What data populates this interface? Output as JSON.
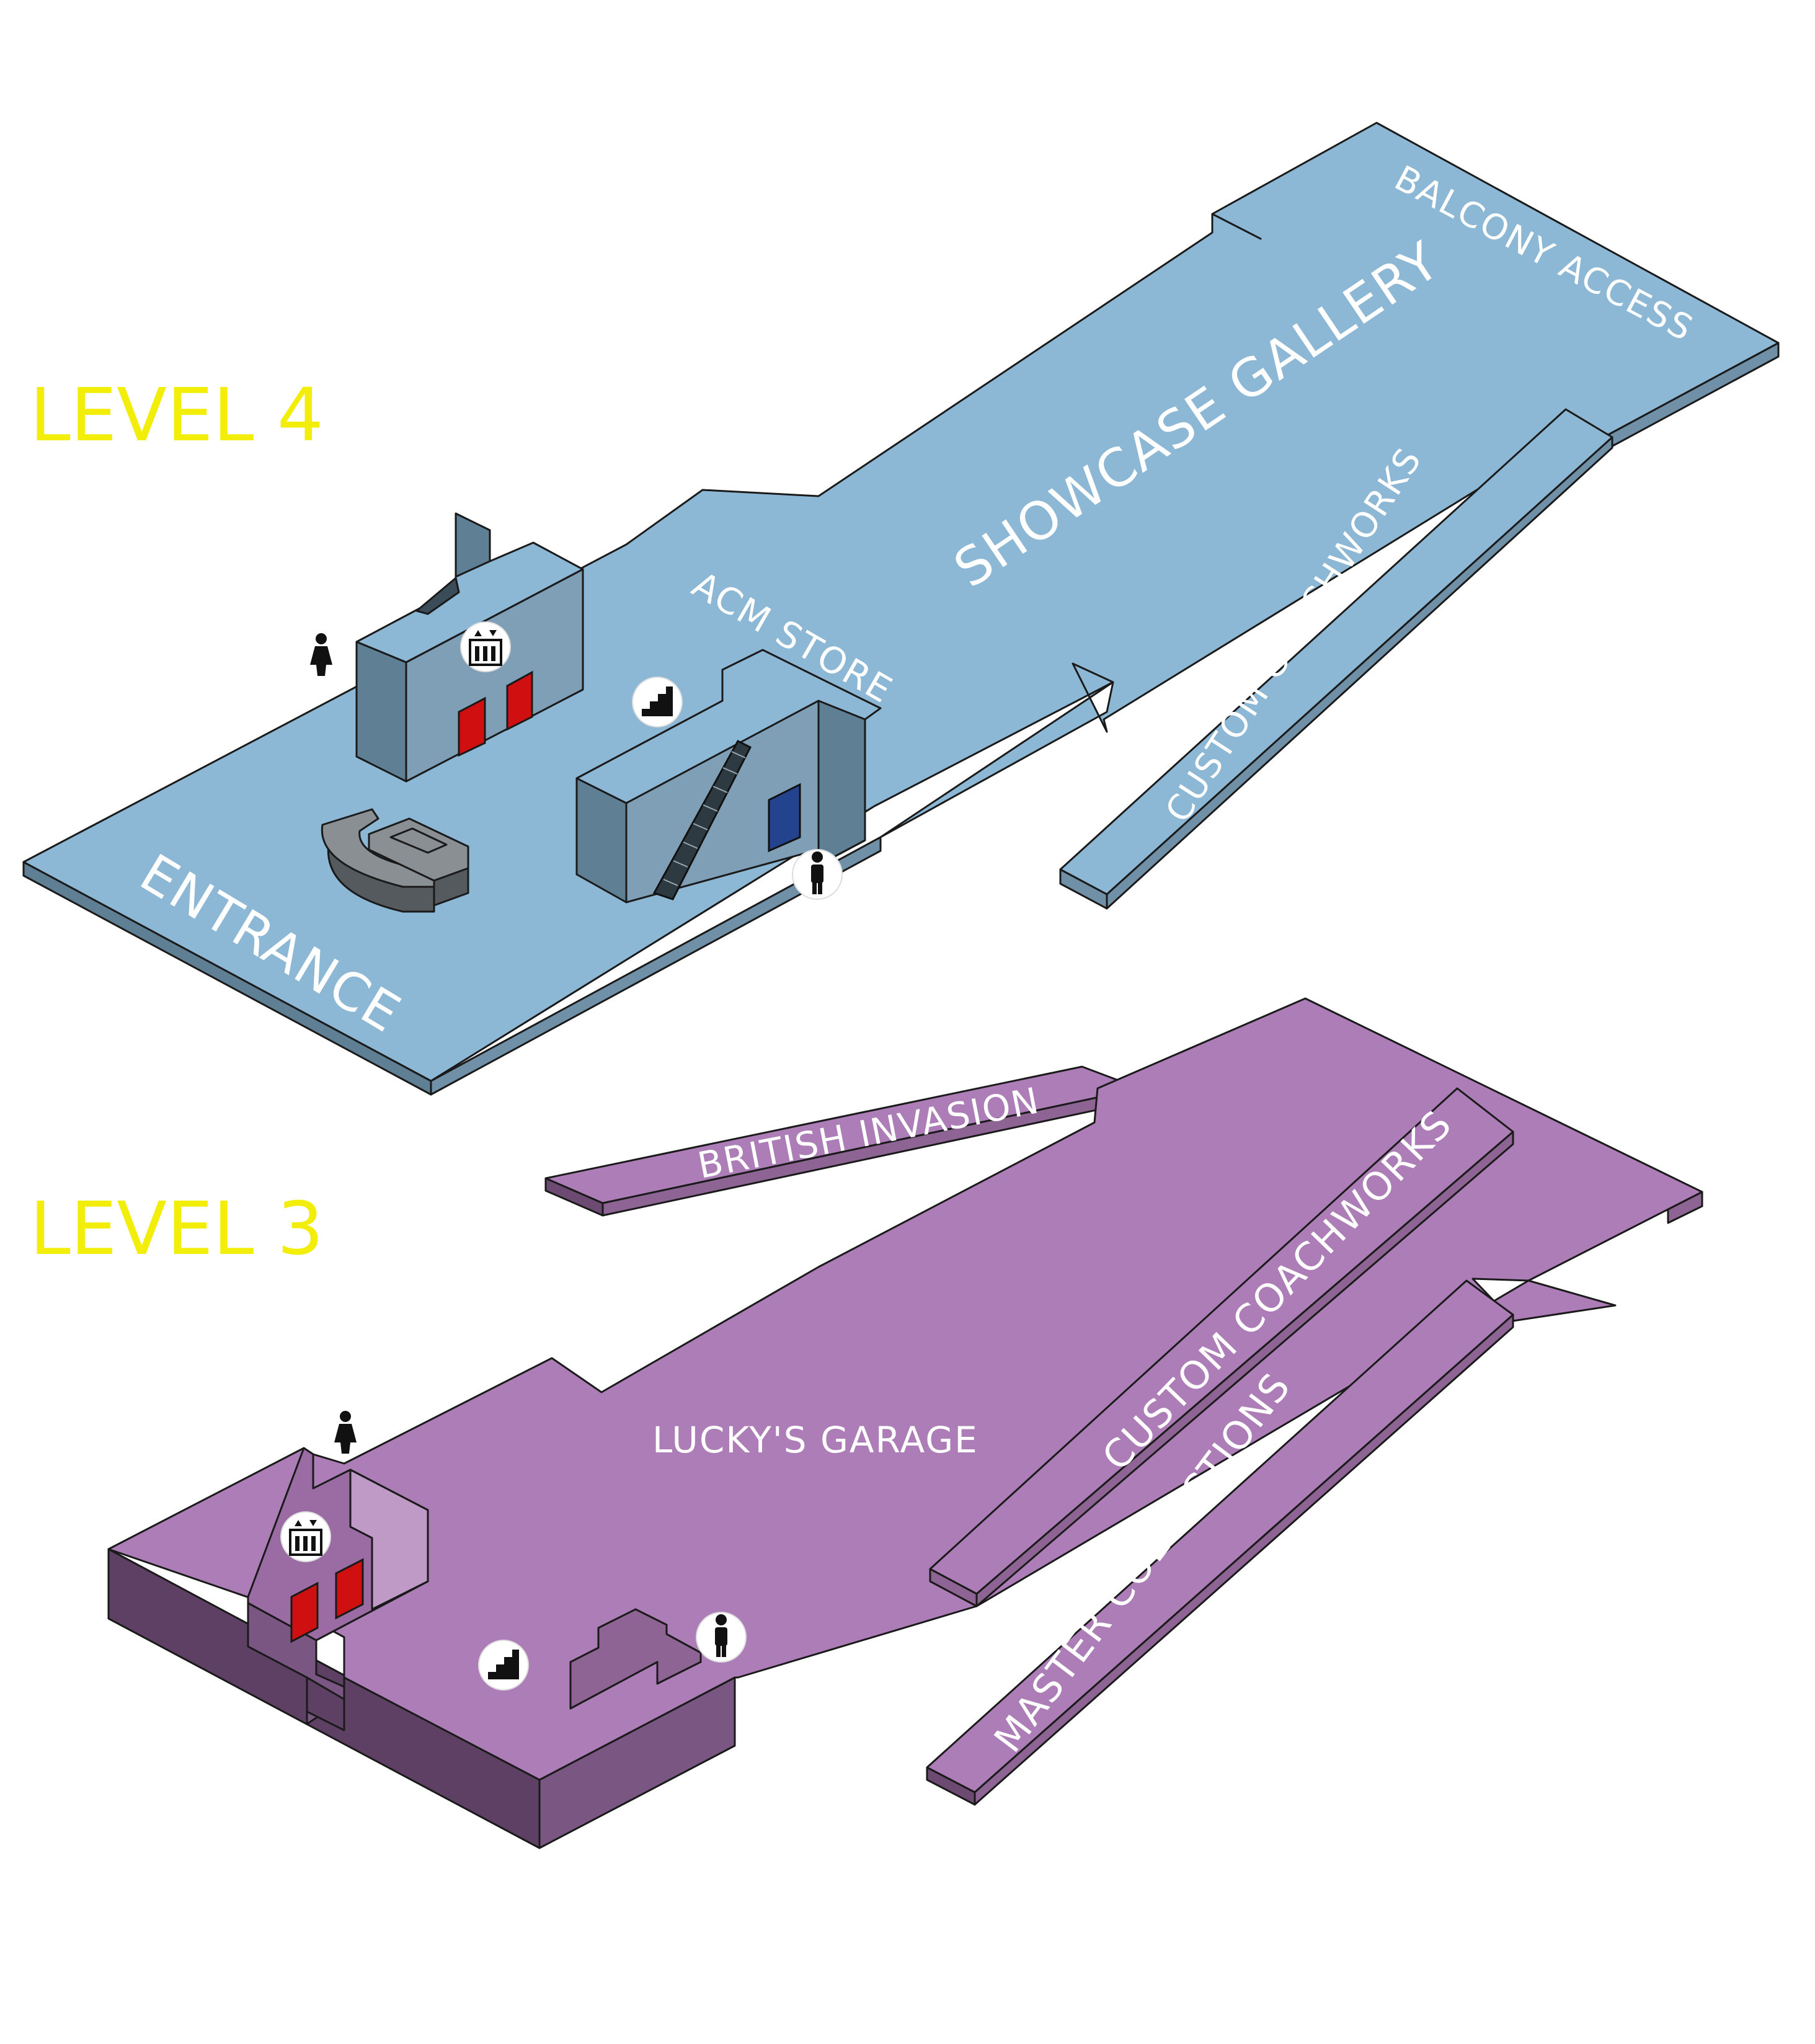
{
  "levels": [
    {
      "title": "LEVEL 4",
      "floor_color": "#8db8d5",
      "wall_color": "#5f7f94",
      "areas": {
        "balcony_access": "BALCONY ACCESS",
        "showcase_gallery": "SHOWCASE GALLERY",
        "custom_coachworks": "CUSTOM COACHWORKS",
        "acm_store": "ACM STORE",
        "entrance": "ENTRANCE"
      },
      "icons": [
        "restroom-women-icon",
        "elevator-icon",
        "stairs-icon",
        "restroom-men-icon"
      ]
    },
    {
      "title": "LEVEL 3",
      "floor_color": "#ad7db7",
      "wall_color": "#6d4a72",
      "areas": {
        "british_invasion": "BRITISH INVASION",
        "luckys_garage": "LUCKY'S GARAGE",
        "custom_coachworks": "CUSTOM COACHWORKS",
        "master_collections": "MASTER COLLECTIONS"
      },
      "icons": [
        "restroom-women-icon",
        "elevator-icon",
        "stairs-icon",
        "restroom-men-icon"
      ]
    }
  ],
  "colors": {
    "title_yellow": "#f2ee0a",
    "elevator_door_red": "#d01010",
    "door_blue": "#23438f"
  }
}
